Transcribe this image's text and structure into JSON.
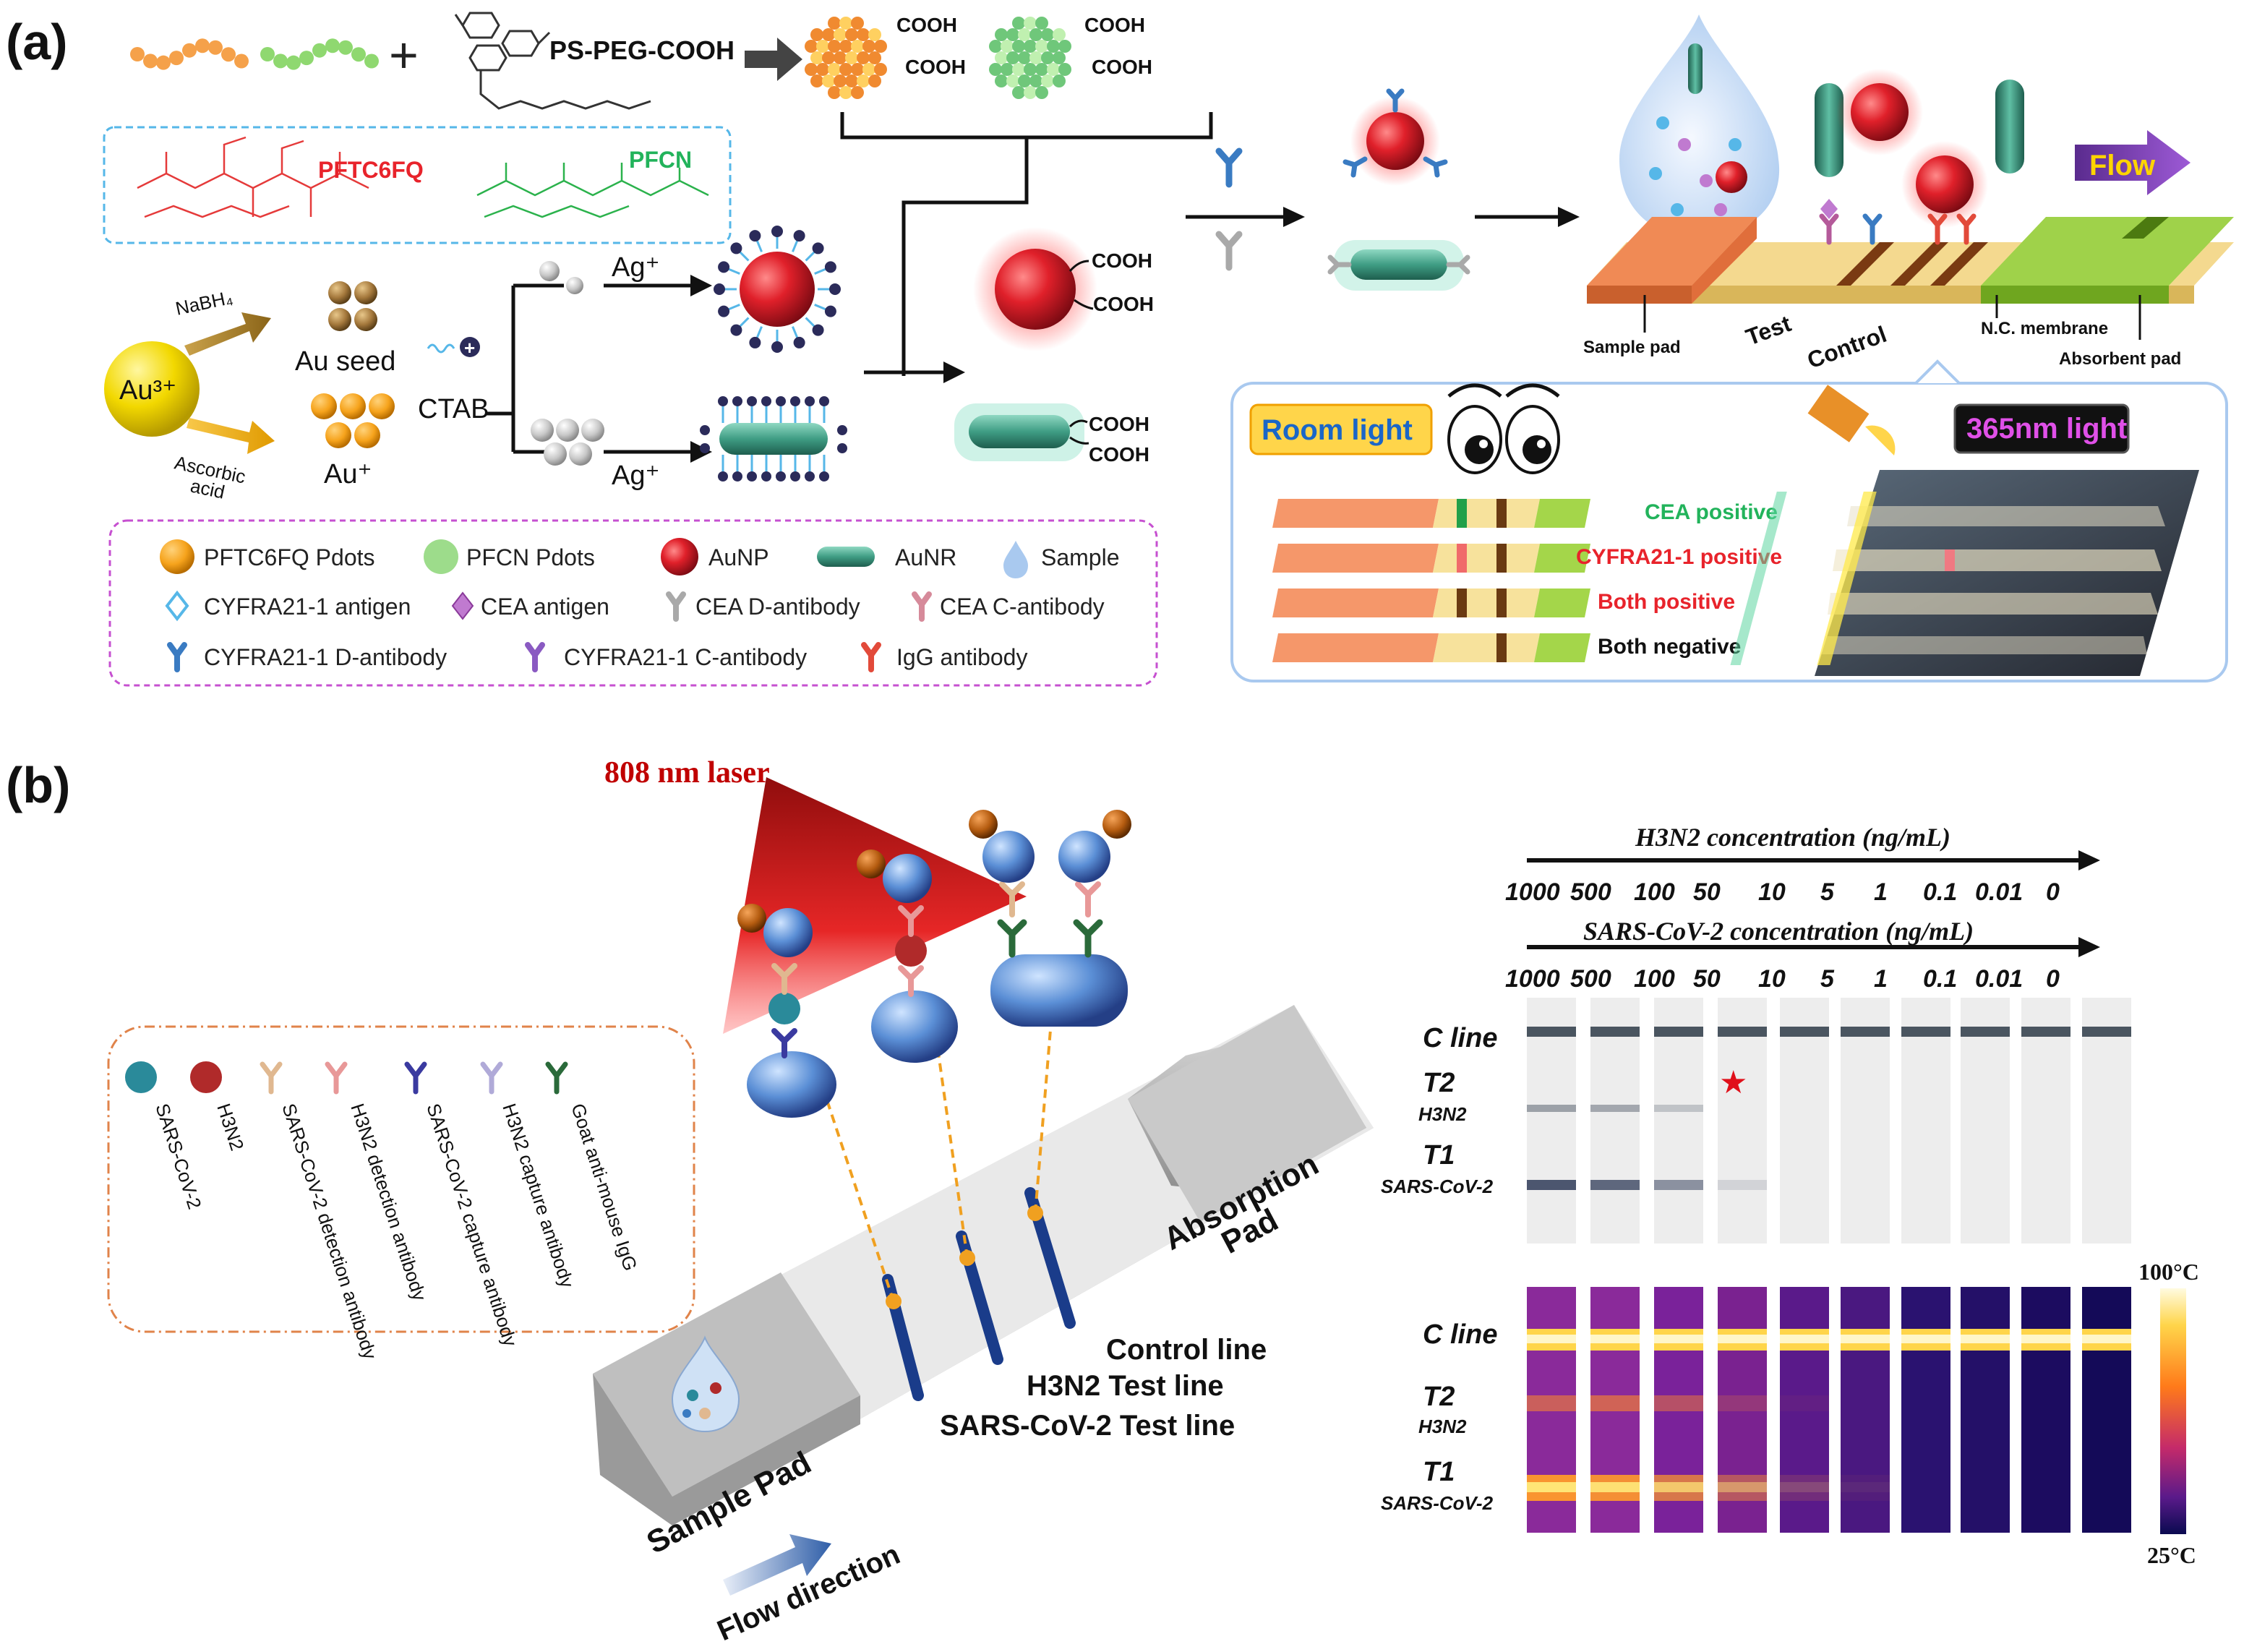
{
  "panel_a": {
    "label": "(a)",
    "polymer_label": "PS-PEG-COOH",
    "plus": "+",
    "cooh": "COOH",
    "chem_names": [
      "PFTC6FQ",
      "PFCN"
    ],
    "au3": "Au³⁺",
    "nabh4": "NaBH₄",
    "ascorbic": [
      "Ascorbic",
      "acid"
    ],
    "au_seed": "Au seed",
    "au_plus": "Au⁺",
    "ctab": "CTAB",
    "ag_plus": "Ag⁺",
    "flow": "Flow",
    "strip_labels": {
      "sample_pad": "Sample pad",
      "test": "Test",
      "control": "Control",
      "nc_membrane": "N.C. membrane",
      "absorbent_pad": "Absorbent  pad"
    },
    "room_light": "Room light",
    "uv_light": "365nm light",
    "results": [
      {
        "label": "CEA positive",
        "color": "#22b35b"
      },
      {
        "label": "CYFRA21-1 positive",
        "color": "#e8232b"
      },
      {
        "label": "Both positive",
        "color": "#e8232b"
      },
      {
        "label": "Both negative",
        "color": "#111111"
      }
    ],
    "legend": [
      [
        "PFTC6FQ Pdots",
        "PFCN Pdots",
        "AuNP",
        "AuNR",
        "Sample"
      ],
      [
        "CYFRA21-1 antigen",
        "CEA antigen",
        "CEA D-antibody",
        "CEA C-antibody"
      ],
      [
        "CYFRA21-1 D-antibody",
        "CYFRA21-1 C-antibody",
        "IgG antibody"
      ]
    ]
  },
  "panel_b": {
    "label": "(b)",
    "laser": "808 nm laser",
    "legend": [
      "SARS-CoV-2",
      "H3N2",
      "SARS-CoV-2 detection antibody",
      "H3N2 detection antibody",
      "SARS-CoV-2 capture antibody",
      "H3N2 capture antibody",
      "Goat anti-mouse IgG"
    ],
    "pad_labels": {
      "absorption": [
        "Absorption",
        "Pad"
      ],
      "sample": "Sample Pad",
      "control_line": "Control line",
      "h3n2_line": "H3N2 Test line",
      "sars_line": "SARS-CoV-2 Test line",
      "flow": "Flow direction"
    },
    "h3n2_axis": "H3N2 concentration (ng/mL)",
    "sars_axis": "SARS-CoV-2 concentration (ng/mL)",
    "concentrations": [
      "1000",
      "500",
      "100",
      "50",
      "10",
      "5",
      "1",
      "0.1",
      "0.01",
      "0"
    ],
    "row_labels": {
      "c_line": "C line",
      "t2": "T2",
      "t2_sub": "H3N2",
      "t1": "T1",
      "t1_sub": "SARS-CoV-2"
    },
    "t2_intensity": [
      0.55,
      0.5,
      0.3,
      0,
      0,
      0,
      0,
      0,
      0,
      0
    ],
    "t1_intensity": [
      0.9,
      0.8,
      0.55,
      0.15,
      0,
      0,
      0,
      0,
      0,
      0
    ],
    "thermal_t2": [
      0.55,
      0.6,
      0.45,
      0.2,
      0.05,
      0,
      0,
      0,
      0,
      0
    ],
    "thermal_t1": [
      0.95,
      0.9,
      0.7,
      0.45,
      0.15,
      0.05,
      0,
      0,
      0,
      0
    ],
    "scale_max": "100°C",
    "scale_min": "25°C",
    "star": "★"
  }
}
